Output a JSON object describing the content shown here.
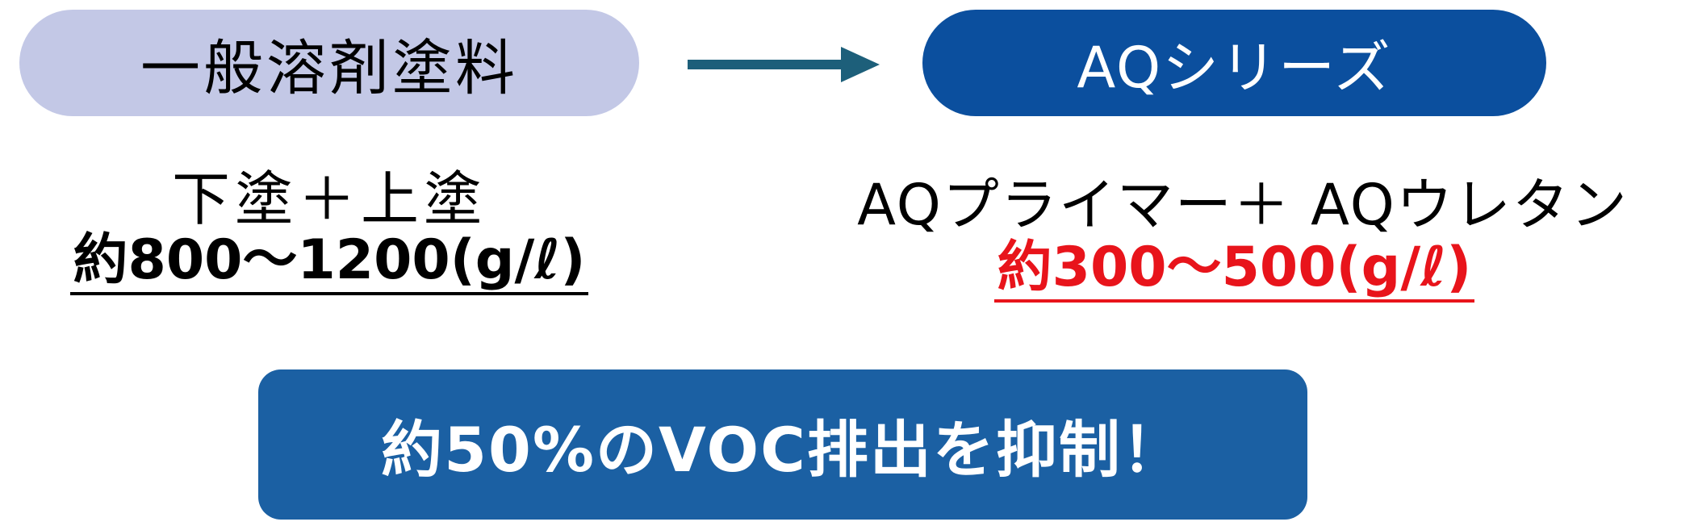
{
  "before": {
    "label": "一般溶剤塗料",
    "description": "下塗＋上塗",
    "amount": "約800～1200(g/ℓ)"
  },
  "after": {
    "label": "AQシリーズ",
    "description": "AQプライマー＋ AQウレタン",
    "amount": "約300～500(g/ℓ)"
  },
  "result": {
    "message": "約50%のVOC排出を抑制！"
  },
  "colors": {
    "before_pill": "#c3c8e6",
    "after_pill": "#0b4f9e",
    "arrow": "#1d5f7a",
    "after_amount_text": "#e8141b",
    "result_box": "#1b60a3"
  }
}
